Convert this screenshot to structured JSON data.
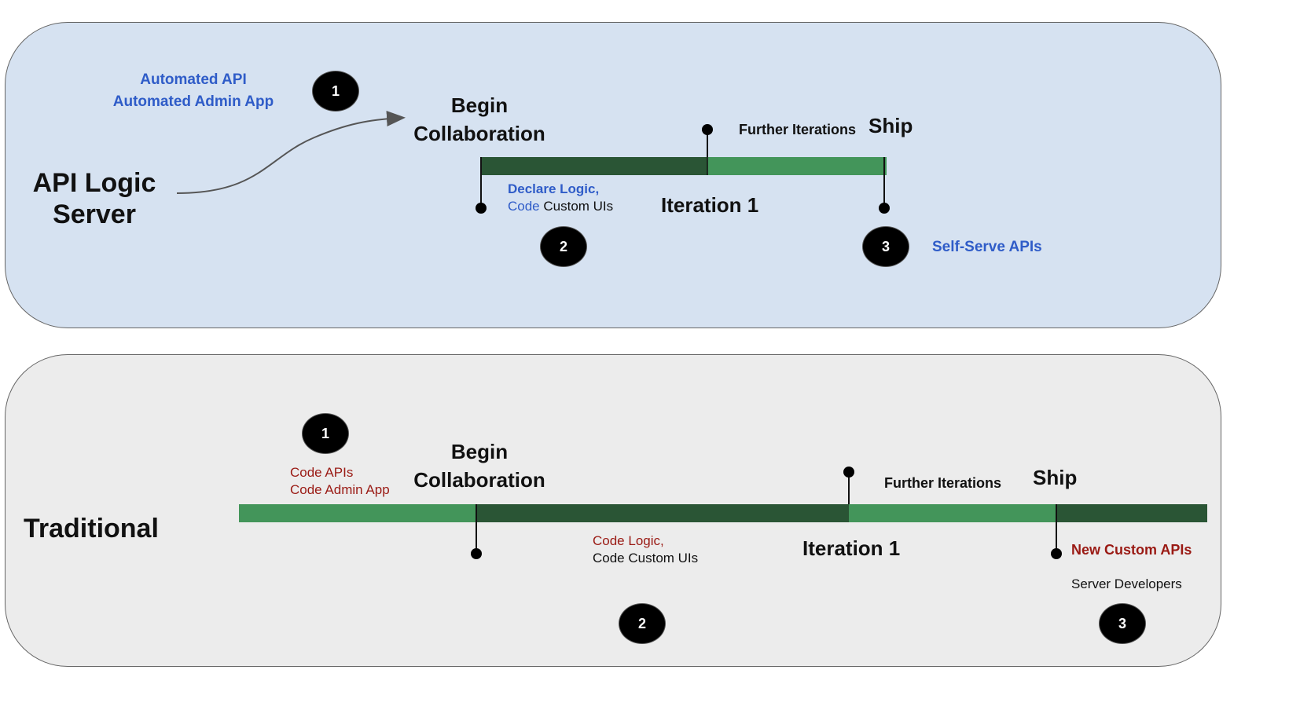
{
  "colors": {
    "top_panel_bg": "#d6e2f1",
    "bottom_panel_bg": "#ececec",
    "bar_dark": "#2a5535",
    "bar_light": "#43955a",
    "blue_text": "#2f5cc8",
    "red_text": "#9a1a14"
  },
  "top": {
    "title_line1": "API Logic",
    "title_line2": "Server",
    "auto_api": "Automated API",
    "auto_admin": "Automated Admin App",
    "badge1": "1",
    "begin_line1": "Begin",
    "begin_line2": "Collaboration",
    "further": "Further Iterations",
    "ship": "Ship",
    "declare_logic": "Declare Logic,",
    "code_word": "Code",
    "custom_uis": " Custom UIs",
    "iteration": "Iteration 1",
    "badge2": "2",
    "badge3": "3",
    "self_serve": "Self-Serve APIs"
  },
  "bottom": {
    "title": "Traditional",
    "badge1": "1",
    "code_apis": "Code APIs",
    "code_admin": "Code Admin App",
    "begin_line1": "Begin",
    "begin_line2": "Collaboration",
    "further": "Further Iterations",
    "ship": "Ship",
    "code_logic": "Code Logic,",
    "code_custom_uis": "Code Custom UIs",
    "iteration": "Iteration 1",
    "new_custom_apis": "New Custom APIs",
    "server_devs": "Server Developers",
    "badge2": "2",
    "badge3": "3"
  }
}
